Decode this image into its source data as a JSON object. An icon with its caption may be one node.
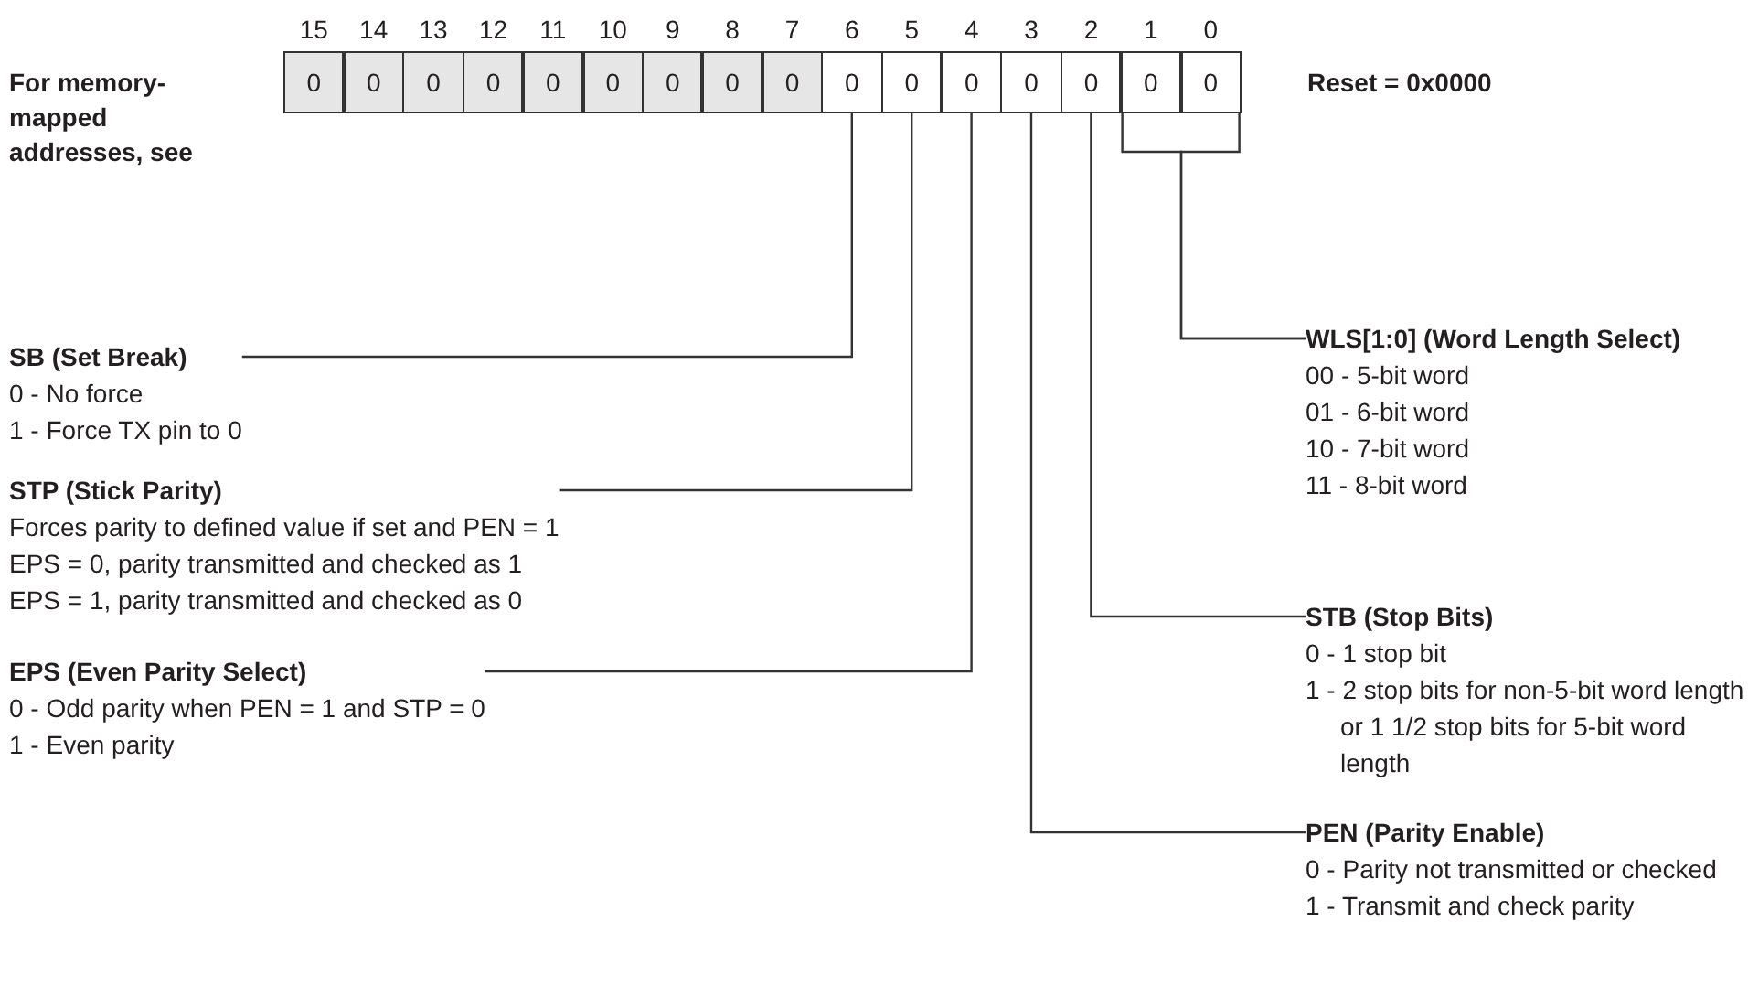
{
  "diagram": {
    "nodes": [
      {
        "text": [
          "0"
        ],
        "beside": [
          "15"
        ]
      },
      {
        "text": [
          "0"
        ],
        "beside": [
          "14"
        ]
      },
      {
        "text": [
          "0"
        ],
        "beside": [
          "13"
        ]
      },
      {
        "text": [
          "0"
        ],
        "beside": [
          "12"
        ]
      },
      {
        "text": [
          "0"
        ],
        "beside": [
          "11"
        ]
      },
      {
        "text": [
          "0"
        ],
        "beside": [
          "10"
        ]
      },
      {
        "text": [
          "0"
        ],
        "beside": [
          "9"
        ]
      },
      {
        "text": [
          "0"
        ],
        "beside": [
          "8"
        ]
      },
      {
        "text": [
          "0"
        ],
        "beside": [
          "7"
        ]
      },
      {
        "text": [
          "0"
        ],
        "beside": [
          "6"
        ]
      },
      {
        "text": [
          "0"
        ],
        "beside": [
          "5"
        ]
      },
      {
        "text": [
          "0"
        ],
        "beside": [
          "4"
        ]
      },
      {
        "text": [
          "0"
        ],
        "beside": [
          "3"
        ]
      },
      {
        "text": [
          "0"
        ],
        "beside": [
          "2"
        ]
      },
      {
        "text": [
          "0"
        ],
        "beside": [
          "1"
        ]
      },
      {
        "text": [
          "0"
        ],
        "beside": [
          "0"
        ]
      },
      {
        "text": [
          "SB (Set Break)",
          "0 - No force",
          "1 - Force TX pin to 0"
        ]
      },
      {
        "text": [
          "STP (Stick Parity)",
          "Forces parity to defined value if set and PEN = 1",
          "EPS = 0, parity transmitted and checked as 1",
          "EPS = 1, parity transmitted and checked as 0"
        ]
      },
      {
        "text": [
          "EPS (Even Parity Select)",
          "0 - Odd parity when PEN = 1 and STP = 0",
          "1 - Even parity"
        ]
      },
      {
        "text": [
          "WLS[1:0] (Word Length Select)",
          "00 - 5-bit word",
          "01 - 6-bit word",
          "10 - 7-bit word",
          "11 - 8-bit word"
        ]
      },
      {
        "text": [
          "STB (Stop Bits)",
          "0 - 1 stop bit",
          "1 - 2 stop bits for non-5-bit word length or 1 1/2 stop bits for 5-bit word length"
        ]
      },
      {
        "text": [
          "PEN (Parity Enable)",
          "0 - Parity not transmitted or checked",
          "1 - Transmit and check parity"
        ]
      }
    ],
    "edges": [
      {
        "from": 16,
        "to": 9,
        "arrow": "none"
      },
      {
        "from": 17,
        "to": 10,
        "arrow": "none"
      },
      {
        "from": 18,
        "to": 11,
        "arrow": "none"
      },
      {
        "from": 19,
        "to": 14,
        "arrow": "none"
      },
      {
        "from": 19,
        "to": 15,
        "arrow": "none"
      },
      {
        "from": 20,
        "to": 13,
        "arrow": "none"
      },
      {
        "from": 21,
        "to": 12,
        "arrow": "none"
      }
    ],
    "labels": [
      "For memory-mapped addresses, see",
      "Reset = 0x0000"
    ]
  }
}
